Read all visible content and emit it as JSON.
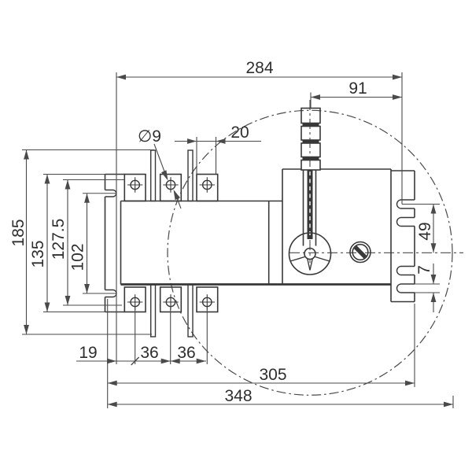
{
  "style": {
    "line_color": "#383838",
    "dim_color": "#4a4a4a",
    "text_color": "#2e2e2e",
    "background": "#ffffff"
  },
  "dims": {
    "d284": "284",
    "d91": "91",
    "d9": "∅9",
    "d20": "20",
    "d185": "185",
    "d135": "135",
    "d127_5": "127.5",
    "d102": "102",
    "d49": "49",
    "d7": "7",
    "d19": "19",
    "d36a": "36",
    "d36b": "36",
    "d305": "305",
    "d348": "348"
  }
}
